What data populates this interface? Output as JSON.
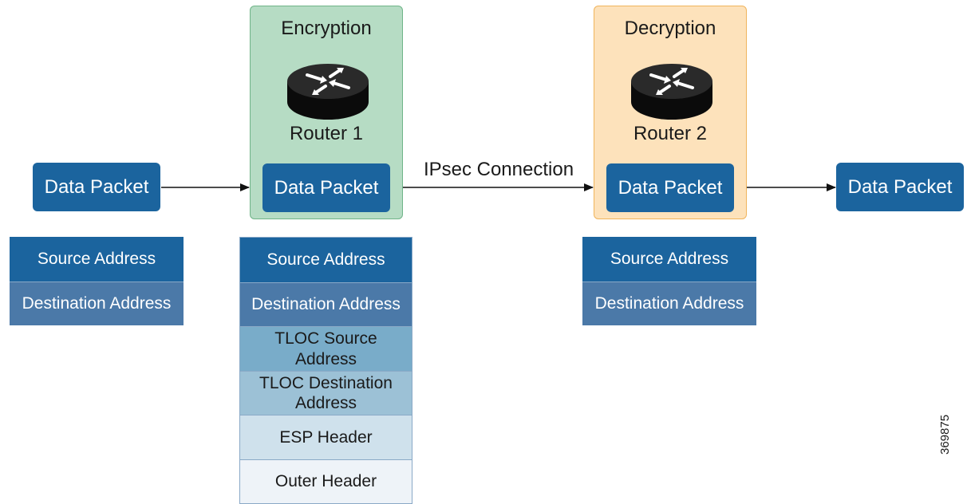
{
  "encryption": {
    "title": "Encryption",
    "router_label": "Router 1",
    "packet_label": "Data Packet"
  },
  "decryption": {
    "title": "Decryption",
    "router_label": "Router 2",
    "packet_label": "Data Packet"
  },
  "left_packet": "Data Packet",
  "right_packet": "Data Packet",
  "connection_label": "IPsec Connection",
  "stacks": {
    "left": [
      "Source Address",
      "Destination Address"
    ],
    "middle": [
      "Source Address",
      "Destination Address",
      "TLOC Source Address",
      "TLOC Destination Address",
      "ESP Header",
      "Outer Header"
    ],
    "right": [
      "Source Address",
      "Destination Address"
    ]
  },
  "figure_id": "369875",
  "colors": {
    "packet_blue": "#1b649e",
    "encryption_panel": "#b6dcc4",
    "decryption_panel": "#fde2bb"
  },
  "icons": [
    "router-icon"
  ]
}
